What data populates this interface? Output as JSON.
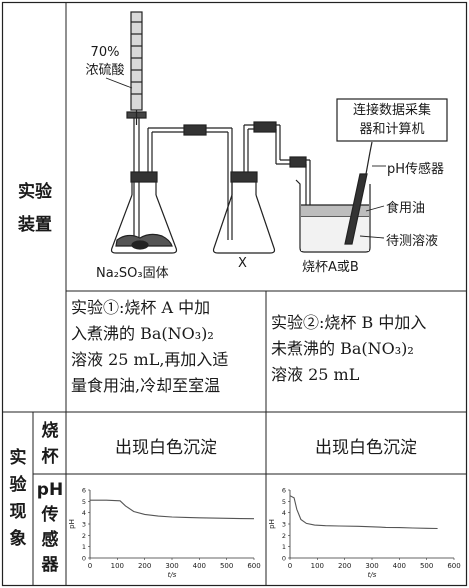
{
  "table": {
    "row_header_apparatus": [
      "实验",
      "装置"
    ],
    "row_header_phenomena": [
      "实",
      "验",
      "现",
      "象"
    ],
    "sub_header_beaker": [
      "烧",
      "杯"
    ],
    "sub_header_ph": [
      "pH",
      "传",
      "感",
      "器"
    ]
  },
  "apparatus": {
    "acid_percent": "70%",
    "acid_name": "浓硫酸",
    "flask_label": "Na₂SO₃固体",
    "x_label": "X",
    "beaker_label": "烧杯A或B",
    "data_box": [
      "连接数据采集",
      "器和计算机"
    ],
    "ph_sensor_label": "pH传感器",
    "oil_label": "食用油",
    "solution_label": "待测溶液"
  },
  "experiment1": {
    "lines": [
      "实验①:烧杯 A 中加",
      "入煮沸的 Ba(NO₃)₂",
      "溶液 25 mL,再加入适",
      "量食用油,冷却至室温"
    ]
  },
  "experiment2": {
    "lines": [
      "实验②:烧杯 B 中加入",
      "未煮沸的 Ba(NO₃)₂",
      "溶液 25 mL"
    ]
  },
  "observations": {
    "beaker_a": "出现白色沉淀",
    "beaker_b": "出现白色沉淀"
  },
  "chart_data": [
    {
      "type": "line",
      "ylabel": "pH",
      "xlabel": "t/s",
      "xlim": [
        0,
        600
      ],
      "ylim": [
        0,
        6
      ],
      "xticks": [
        0,
        100,
        200,
        300,
        400,
        500,
        600
      ],
      "yticks": [
        0,
        1,
        2,
        3,
        4,
        5,
        6
      ],
      "x": [
        0,
        60,
        110,
        130,
        160,
        200,
        250,
        300,
        350,
        400,
        450,
        500,
        550,
        600
      ],
      "y": [
        5.1,
        5.1,
        5.05,
        4.6,
        4.1,
        3.85,
        3.7,
        3.62,
        3.58,
        3.55,
        3.52,
        3.5,
        3.48,
        3.47
      ]
    },
    {
      "type": "line",
      "ylabel": "pH",
      "xlabel": "t/s",
      "xlim": [
        0,
        600
      ],
      "ylim": [
        0,
        6
      ],
      "xticks": [
        0,
        100,
        200,
        300,
        400,
        500,
        600
      ],
      "yticks": [
        0,
        1,
        2,
        3,
        4,
        5,
        6
      ],
      "x": [
        0,
        15,
        25,
        40,
        60,
        90,
        130,
        180,
        250,
        300,
        350,
        400,
        450,
        500,
        540
      ],
      "y": [
        5.5,
        5.3,
        4.3,
        3.4,
        3.05,
        2.9,
        2.85,
        2.82,
        2.8,
        2.75,
        2.7,
        2.68,
        2.65,
        2.62,
        2.6
      ]
    }
  ]
}
